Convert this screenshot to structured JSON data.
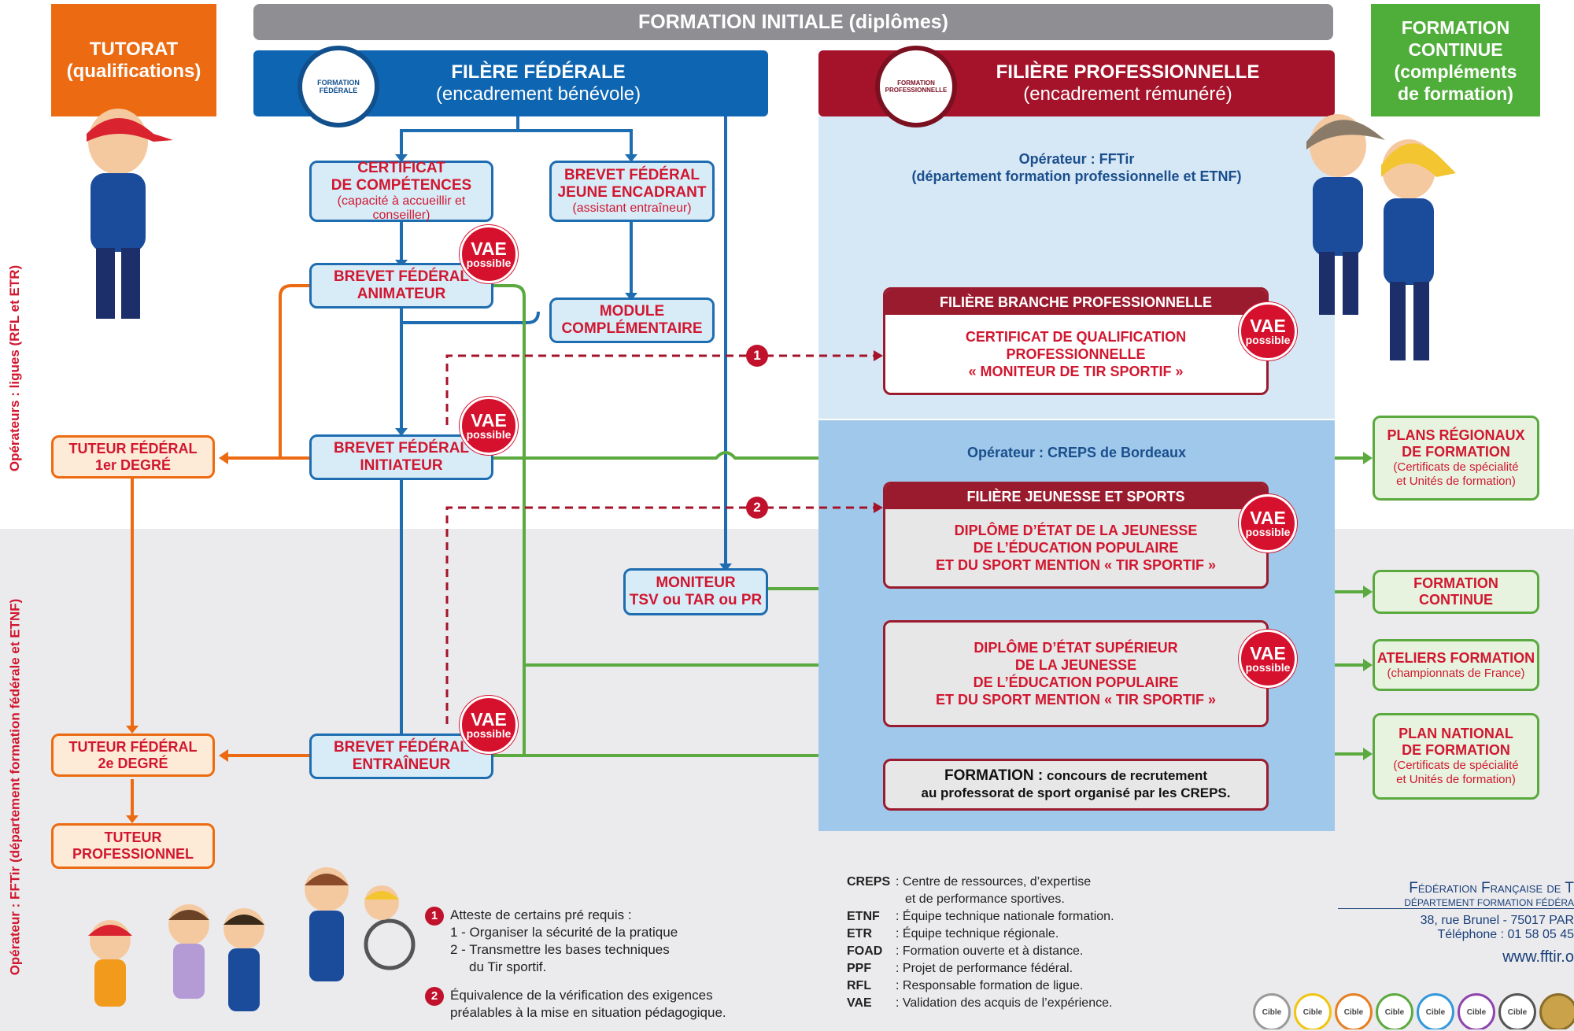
{
  "headers": {
    "initial": "FORMATION INITIALE (diplômes)",
    "tutorat": [
      "TUTORAT",
      "(qualifications)"
    ],
    "continue": [
      "FORMATION",
      "CONTINUE",
      "(compléments",
      "de formation)"
    ],
    "federale": {
      "title": "FILÈRE FÉDÉRALE",
      "sub": "(encadrement bénévole)",
      "badge_text": "FORMATION FÉDÉRALE"
    },
    "pro": {
      "title": "FILIÈRE PROFESSIONNELLE",
      "sub": "(encadrement rémunéré)",
      "badge_text": "FORMATION PROFESSIONNELLE"
    }
  },
  "side_labels": {
    "top": "Opérateurs : ligues (RFL et ETR)",
    "bottom": "Opérateur : FFTir (département formation fédérale et ETNF)"
  },
  "federal_boxes": {
    "certificat": {
      "line1": "CERTIFICAT",
      "line2": "DE COMPÉTENCES",
      "sub": "(capacité à accueillir et conseiller)"
    },
    "bfje": {
      "line1": "BREVET FÉDÉRAL",
      "line2": "JEUNE ENCADRANT",
      "sub": "(assistant entraîneur)"
    },
    "animateur": {
      "line1": "BREVET FÉDÉRAL",
      "line2": "ANIMATEUR"
    },
    "module": {
      "line1": "MODULE",
      "line2": "COMPLÉMENTAIRE"
    },
    "initiateur": {
      "line1": "BREVET FÉDÉRAL",
      "line2": "INITIATEUR"
    },
    "entraineur": {
      "line1": "BREVET FÉDÉRAL",
      "line2": "ENTRAÎNEUR"
    },
    "moniteur": {
      "line1": "MONITEUR",
      "line2": "TSV ou TAR ou PR"
    }
  },
  "tutor_boxes": {
    "t1": {
      "line1": "TUTEUR FÉDÉRAL",
      "line2": "1er DEGRÉ"
    },
    "t2": {
      "line1": "TUTEUR FÉDÉRAL",
      "line2": "2e DEGRÉ"
    },
    "tp": {
      "line1": "TUTEUR",
      "line2": "PROFESSIONNEL"
    }
  },
  "vae": {
    "v1": "VAE",
    "v2": "possible"
  },
  "numbers": {
    "n1": "1",
    "n2": "2"
  },
  "pro_section": {
    "operator1": {
      "line1": "Opérateur : FFTir",
      "line2": "(département formation professionnelle et ETNF)"
    },
    "branche": {
      "bar": "FILIÈRE BRANCHE PROFESSIONNELLE",
      "line1": "CERTIFICAT DE QUALIFICATION",
      "line2": "PROFESSIONNELLE",
      "line3": "« MONITEUR DE TIR SPORTIF »"
    },
    "operator2": "Opérateur : CREPS de Bordeaux",
    "jeunesse": {
      "bar": "FILIÈRE JEUNESSE ET SPORTS",
      "line1": "DIPLÔME D’ÉTAT DE LA JEUNESSE",
      "line2": "DE L’ÉDUCATION POPULAIRE",
      "line3": "ET DU SPORT MENTION « TIR SPORTIF »"
    },
    "desjeps": {
      "line1": "DIPLÔME D’ÉTAT SUPÉRIEUR",
      "line2": "DE LA JEUNESSE",
      "line3": "DE L’ÉDUCATION POPULAIRE",
      "line4": "ET DU SPORT MENTION « TIR SPORTIF »"
    },
    "formation": {
      "bold": "FORMATION :",
      "rest": " concours de recrutement",
      "line2": "au professorat de sport organisé par les CREPS."
    }
  },
  "continue_boxes": {
    "plans_regionaux": {
      "line1": "PLANS RÉGIONAUX",
      "line2": "DE FORMATION",
      "sub1": "(Certificats de spécialité",
      "sub2": "et Unités de formation)"
    },
    "formation_continue": {
      "line1": "FORMATION CONTINUE"
    },
    "ateliers": {
      "line1": "ATELIERS FORMATION",
      "sub1": "(championnats de France)"
    },
    "plan_national": {
      "line1": "PLAN NATIONAL",
      "line2": "DE FORMATION",
      "sub1": "(Certificats de spécialité",
      "sub2": "et Unités de formation)"
    }
  },
  "notes": {
    "n1_title": "Atteste de certains pré requis :",
    "n1_item1": "1 - Organiser la sécurité de la pratique",
    "n1_item2": "2 - Transmettre les bases techniques",
    "n1_item2b": "du Tir sportif.",
    "n2_line1": "Équivalence de la vérification des exigences",
    "n2_line2": "préalables à la mise en situation pédagogique."
  },
  "legend": [
    {
      "abbr": "CREPS",
      "text": ": Centre de ressources, d’expertise",
      "text2": "et de performance sportives."
    },
    {
      "abbr": "ETNF",
      "text": ": Équipe technique nationale formation."
    },
    {
      "abbr": "ETR",
      "text": ": Équipe technique régionale."
    },
    {
      "abbr": "FOAD",
      "text": ": Formation ouverte et à distance."
    },
    {
      "abbr": "PPF",
      "text": ": Projet de performance fédéral."
    },
    {
      "abbr": "RFL",
      "text": ": Responsable formation de ligue."
    },
    {
      "abbr": "VAE",
      "text": ": Validation des acquis de l’expérience."
    }
  ],
  "footer": {
    "org": "Fédération Française de T",
    "dept": "DÉPARTEMENT FORMATION FÉDÉRA",
    "address": "38, rue Brunel - 75017 PAR",
    "phone": "Téléphone : 01 58 05 45",
    "web": "www.fftir.o",
    "badge": "Cible"
  },
  "colors": {
    "blue": "#0e66b2",
    "red": "#a5132a",
    "orange": "#ec6a11",
    "green": "#4fae3a",
    "gray": "#8e8e93"
  }
}
